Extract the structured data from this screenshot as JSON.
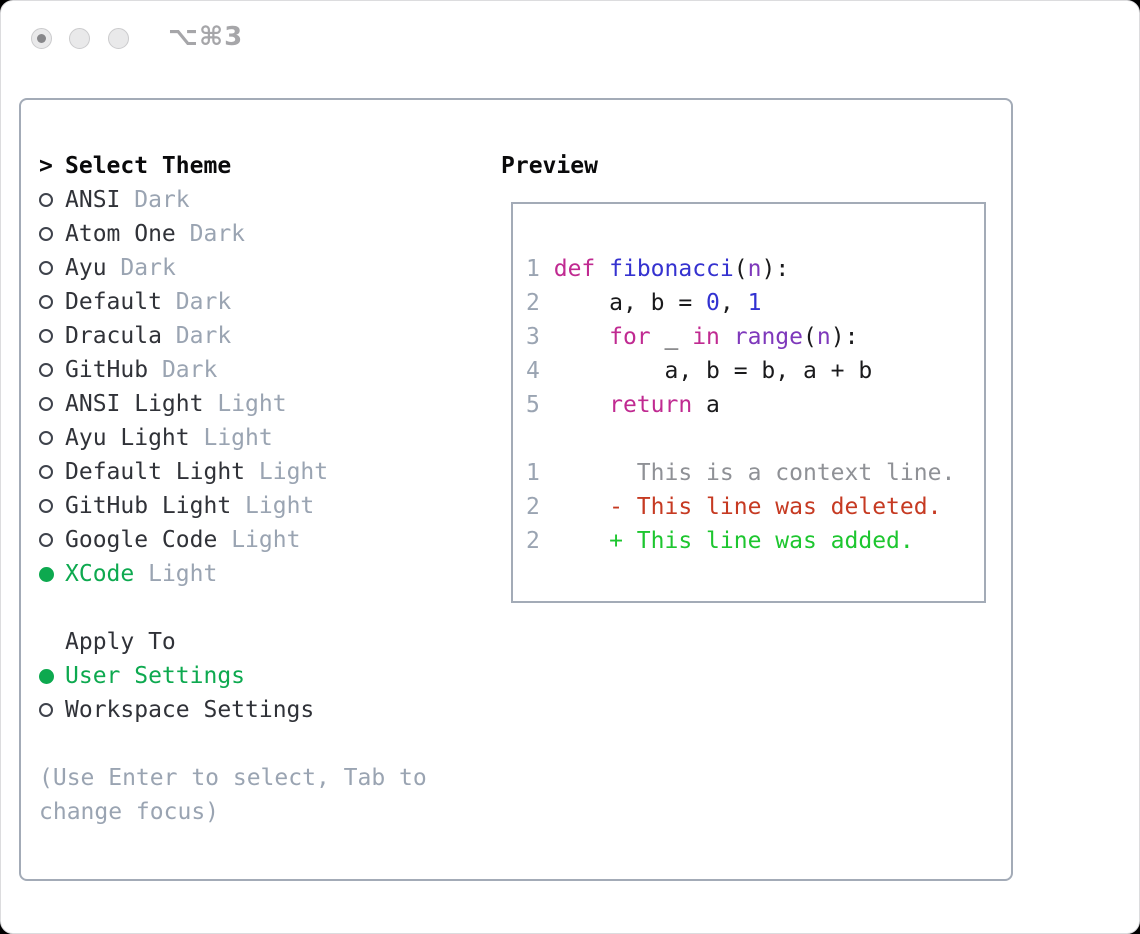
{
  "titlebar": {
    "shortcut": "⌥⌘3"
  },
  "selector": {
    "title_prefix": ">",
    "title": "Select Theme",
    "themes": [
      {
        "name": "ANSI",
        "variant": "Dark",
        "selected": false
      },
      {
        "name": "Atom One",
        "variant": "Dark",
        "selected": false
      },
      {
        "name": "Ayu",
        "variant": "Dark",
        "selected": false
      },
      {
        "name": "Default",
        "variant": "Dark",
        "selected": false
      },
      {
        "name": "Dracula",
        "variant": "Dark",
        "selected": false
      },
      {
        "name": "GitHub",
        "variant": "Dark",
        "selected": false
      },
      {
        "name": "ANSI Light",
        "variant": "Light",
        "selected": false
      },
      {
        "name": "Ayu Light",
        "variant": "Light",
        "selected": false
      },
      {
        "name": "Default Light",
        "variant": "Light",
        "selected": false
      },
      {
        "name": "GitHub Light",
        "variant": "Light",
        "selected": false
      },
      {
        "name": "Google Code",
        "variant": "Light",
        "selected": false
      },
      {
        "name": "XCode",
        "variant": "Light",
        "selected": true
      }
    ],
    "apply_to": {
      "title": "Apply To",
      "options": [
        {
          "label": "User Settings",
          "selected": true
        },
        {
          "label": "Workspace Settings",
          "selected": false
        }
      ]
    },
    "help_lines": [
      "(Use Enter to select, Tab to",
      "change focus)"
    ]
  },
  "preview": {
    "title": "Preview",
    "code_lines": [
      {
        "number": "1",
        "tokens": [
          {
            "t": "def",
            "c": "keyword"
          },
          {
            "t": " ",
            "c": "plain"
          },
          {
            "t": "fibonacci",
            "c": "function"
          },
          {
            "t": "(",
            "c": "plain"
          },
          {
            "t": "n",
            "c": "param"
          },
          {
            "t": "):",
            "c": "plain"
          }
        ]
      },
      {
        "number": "2",
        "tokens": [
          {
            "t": "    a, b = ",
            "c": "plain"
          },
          {
            "t": "0",
            "c": "number"
          },
          {
            "t": ", ",
            "c": "plain"
          },
          {
            "t": "1",
            "c": "number"
          }
        ]
      },
      {
        "number": "3",
        "tokens": [
          {
            "t": "    ",
            "c": "plain"
          },
          {
            "t": "for",
            "c": "keyword"
          },
          {
            "t": " _ ",
            "c": "plain"
          },
          {
            "t": "in",
            "c": "keyword"
          },
          {
            "t": " ",
            "c": "plain"
          },
          {
            "t": "range",
            "c": "builtin"
          },
          {
            "t": "(",
            "c": "plain"
          },
          {
            "t": "n",
            "c": "param"
          },
          {
            "t": "):",
            "c": "plain"
          }
        ]
      },
      {
        "number": "4",
        "tokens": [
          {
            "t": "        a, b = b, a + b",
            "c": "plain"
          }
        ]
      },
      {
        "number": "5",
        "tokens": [
          {
            "t": "    ",
            "c": "plain"
          },
          {
            "t": "return",
            "c": "keyword"
          },
          {
            "t": " a",
            "c": "plain"
          }
        ]
      },
      {
        "number": "",
        "tokens": []
      },
      {
        "number": "1",
        "tokens": [
          {
            "t": "      This is a context line.",
            "c": "context"
          }
        ]
      },
      {
        "number": "2",
        "tokens": [
          {
            "t": "    - This line was deleted.",
            "c": "deleted"
          }
        ]
      },
      {
        "number": "2",
        "tokens": [
          {
            "t": "    + This line was added.",
            "c": "added"
          }
        ]
      }
    ]
  },
  "colors": {
    "keyword": "#c02a91",
    "function": "#3532d0",
    "number": "#3232d1",
    "param": "#7e38bb",
    "builtin": "#7e38bb",
    "plain": "#1a1a1c",
    "context": "#8f9196",
    "deleted": "#c63a22",
    "added": "#1dc62f",
    "selgreen": "#0da94f",
    "muted": "#9aa4b2",
    "text": "#303238",
    "border": "#a3abb7"
  }
}
